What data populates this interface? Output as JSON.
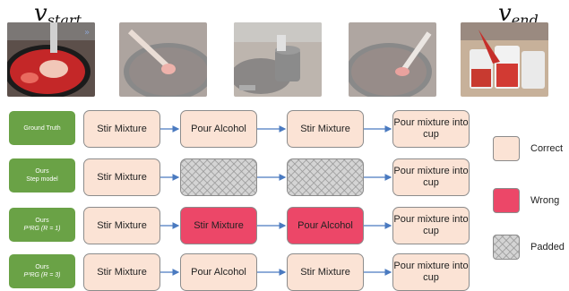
{
  "header": {
    "v_start": {
      "base": "v",
      "sub": "start"
    },
    "v_end": {
      "base": "v",
      "sub": "end"
    }
  },
  "rows": [
    {
      "label": [
        "Ground Truth"
      ],
      "steps": [
        {
          "text": "Stir Mixture",
          "state": "correct"
        },
        {
          "text": "Pour Alcohol",
          "state": "correct"
        },
        {
          "text": "Stir Mixture",
          "state": "correct"
        },
        {
          "text": "Pour mixture into cup",
          "state": "correct"
        }
      ]
    },
    {
      "label": [
        "Ours",
        "Step model"
      ],
      "steps": [
        {
          "text": "Stir Mixture",
          "state": "correct"
        },
        {
          "text": "",
          "state": "padded"
        },
        {
          "text": "",
          "state": "padded"
        },
        {
          "text": "Pour mixture into cup",
          "state": "correct"
        }
      ]
    },
    {
      "label": [
        "Ours",
        "P³RG (R = 1)"
      ],
      "steps": [
        {
          "text": "Stir Mixture",
          "state": "correct"
        },
        {
          "text": "Stir Mixture",
          "state": "wrong"
        },
        {
          "text": "Pour Alcohol",
          "state": "wrong"
        },
        {
          "text": "Pour mixture into cup",
          "state": "correct"
        }
      ]
    },
    {
      "label": [
        "Ours",
        "P³RG (R = 3)"
      ],
      "steps": [
        {
          "text": "Stir Mixture",
          "state": "correct"
        },
        {
          "text": "Pour Alcohol",
          "state": "correct"
        },
        {
          "text": "Stir Mixture",
          "state": "correct"
        },
        {
          "text": "Pour mixture into cup",
          "state": "correct"
        }
      ]
    }
  ],
  "legend": {
    "correct": "Correct",
    "wrong": "Wrong",
    "padded": "Padded"
  },
  "colors": {
    "correct": "#fbe3d5",
    "wrong": "#ec4768",
    "padded": "#d4d4d4",
    "row_label": "#6aa246",
    "arrow": "#4a7ac0"
  }
}
